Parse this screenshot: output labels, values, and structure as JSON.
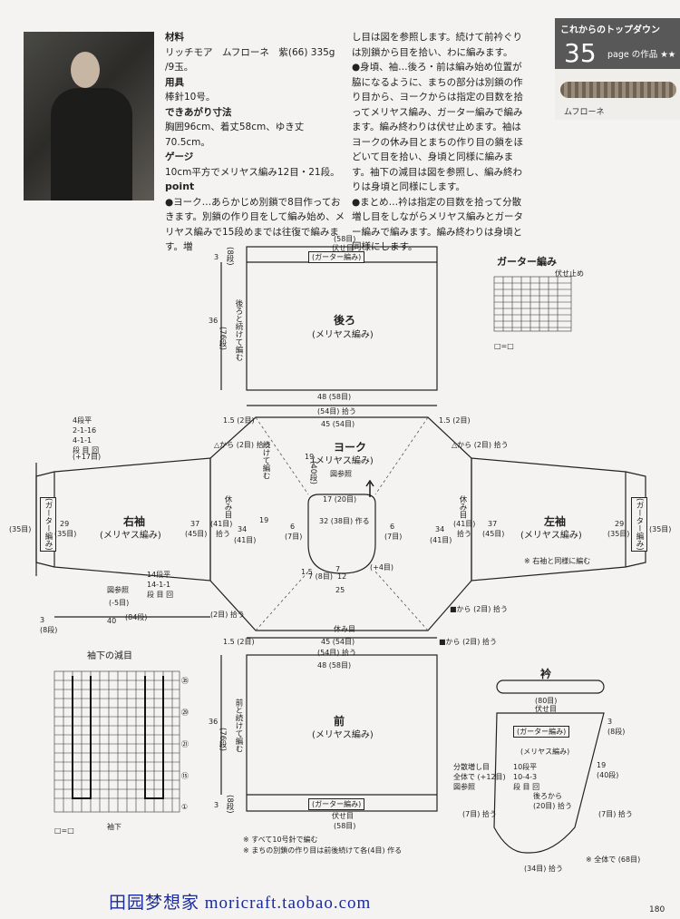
{
  "header": {
    "series_label": "これからのトップダウン",
    "page_number": "35",
    "page_suffix": "page の作品 ★★",
    "yarn_label": "ムフローネ"
  },
  "info": {
    "materials_heading": "材料",
    "materials_text": "リッチモア　ムフローネ　紫(66) 335g /9玉。",
    "tools_heading": "用具",
    "tools_text": "棒針10号。",
    "size_heading": "できあがり寸法",
    "size_text": "胸囲96cm、着丈58cm、ゆき丈70.5cm。",
    "gauge_heading": "ゲージ",
    "gauge_text": "10cm平方でメリヤス編み12目・21段。",
    "point_heading": "point",
    "point_yoke": "●ヨーク…あらかじめ別鎖で8目作っておきます。別鎖の作り目をして編み始め、メリヤス編みで15段めまでは往復で編みます。増",
    "point_yoke_cont": "し目は図を参照します。続けて前衿ぐりは別鎖から目を拾い、わに編みます。",
    "point_body": "●身頃、袖…後ろ・前は編み始め位置が脇になるように、まちの部分は別鎖の作り目から、ヨークからは指定の目数を拾ってメリヤス編み、ガーター編みで編みます。編み終わりは伏せ止めます。袖はヨークの休み目とまちの作り目の鎖をほどいて目を拾い、身頃と同様に編みます。袖下の減目は図を参照し、編み終わりは身頃と同様にします。",
    "point_finish": "●まとめ…衿は指定の目数を拾って分散増し目をしながらメリヤス編みとガーター編みで編みます。編み終わりは身頃と同様にします。"
  },
  "diagram": {
    "back_title": "後ろ",
    "front_title": "前",
    "yoke_title": "ヨーク",
    "right_sleeve_title": "右袖",
    "left_sleeve_title": "左袖",
    "collar_title": "衿",
    "stockinette": "(メリヤス編み)",
    "garter": "(ガーター編み)",
    "see_figure": "図参照",
    "bind_off": "伏せ目",
    "rest": "休み目",
    "back_top_count": "(58目)",
    "front_bottom_count": "(58目)",
    "w48": "48 (58目)",
    "w45": "45 (54目)",
    "w45_pick": "(54目) 拾う",
    "h36": "36",
    "h36_rows": "(76段)",
    "yoke_w17": "17 (20目)",
    "yoke_h19": "19",
    "yoke_h19_rows": "(40段)",
    "yoke_32": "32 (38目) 作る",
    "yoke_6": "6",
    "yoke_6_sts": "(7目)",
    "sleeve_37": "37",
    "sleeve_37_sts": "(45目)",
    "sleeve_41": "(41目)",
    "sleeve_41_pick": "拾う",
    "sleeve_34": "34",
    "sleeve_34_sts": "(41目)",
    "sleeve_29": "29",
    "sleeve_29_sts": "(35目)",
    "sleeve_35": "(35目)",
    "sleeve_40": "40",
    "sleeve_40_rows": "(84段)",
    "sleeve_decrease": "14段平\n14-1-1\n段 目 回",
    "sleeve_increase": "4段平\n2-1-16\n4-1-1\n段 目 回",
    "sleeve_plus17": "(+17目)",
    "sleeve_minus5": "(-5目)",
    "same_as_right": "※ 右袖と同様に編む",
    "sleeve_3_8": "3\n(8段)",
    "pick_2": "(2目) 拾う",
    "edge_15": "1.5 (2目)",
    "collar_80": "(80目)",
    "collar_68": "※ 全体で (68目)",
    "collar_34": "(34目) 拾う",
    "collar_7": "(7目) 拾う",
    "collar_20": "後ろから\n(20目) 拾う",
    "collar_increase": "分散増し目\n全体で (+12目)\n図参照",
    "collar_rows": "10段平\n10-4-3\n段 目 回",
    "collar_19": "19\n(40段)",
    "garter_chart_title": "ガーター編み",
    "garter_chart_note": "伏せ止め",
    "chart_key": "□=□",
    "underarm_title": "袖下の減目",
    "underarm_bottom": "袖下",
    "row_marks": [
      "㉟",
      "㉙",
      "㉑",
      "⑮",
      "①"
    ],
    "note_1": "※ すべて10号針で編む",
    "note_2": "※ まちの別鎖の作り目は前後続けて各(4目) 作る",
    "back_continue": "前と続けて編む",
    "front_continue": "後ろと続けて編む",
    "yoke_continue": "続けて編む",
    "num_19": "19",
    "num_7": "7",
    "num_12": "12",
    "num_25": "25",
    "num_15": "1.5",
    "num_78": "7 (8目)",
    "num_plus4": "(+4目)",
    "num_3": "3",
    "num_8rows": "(8段)",
    "rest_marks": "△から (2目) 拾う",
    "pick_from": "■から (2目) 拾う"
  },
  "footer": {
    "watermark": "田园梦想家 moricraft.taobao.com",
    "page": "180"
  }
}
